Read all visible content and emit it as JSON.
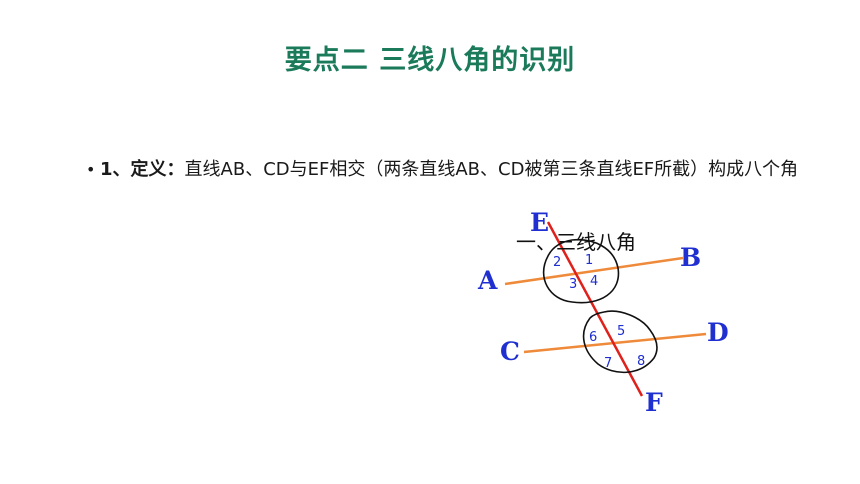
{
  "title": "要点二 三线八角的识别",
  "bullet": {
    "marker": "•",
    "lead": "1、定义：",
    "text": "直线AB、CD与EF相交（两条直线AB、CD被第三条直线EF所截）构成八个角"
  },
  "diagram": {
    "caption": "一、三线八角",
    "points": {
      "A": "A",
      "B": "B",
      "C": "C",
      "D": "D",
      "E": "E",
      "F": "F"
    },
    "angles": [
      "1",
      "2",
      "3",
      "4",
      "5",
      "6",
      "7",
      "8"
    ],
    "colors": {
      "transversal": "#e0201a",
      "parallels": "#ee8a3a",
      "labels": "#1f2fd0",
      "title": "#1a7a5a"
    }
  }
}
